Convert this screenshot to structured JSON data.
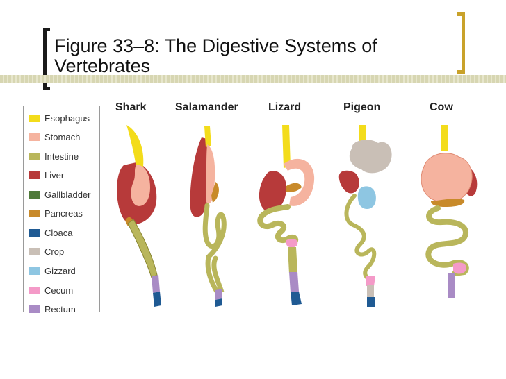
{
  "title": "Figure 33–8: The Digestive Systems of Vertebrates",
  "legend": [
    {
      "label": "Esophagus",
      "color": "#f3dc1b"
    },
    {
      "label": "Stomach",
      "color": "#f5b39f"
    },
    {
      "label": "Intestine",
      "color": "#b9b65b"
    },
    {
      "label": "Liver",
      "color": "#b73a3a"
    },
    {
      "label": "Gallbladder",
      "color": "#4f7a3a"
    },
    {
      "label": "Pancreas",
      "color": "#c88a2a"
    },
    {
      "label": "Cloaca",
      "color": "#1f5a93"
    },
    {
      "label": "Crop",
      "color": "#c9bfb6"
    },
    {
      "label": "Gizzard",
      "color": "#8ec6e2"
    },
    {
      "label": "Cecum",
      "color": "#f49ac8"
    },
    {
      "label": "Rectum",
      "color": "#a98bc5"
    }
  ],
  "animals": [
    "Shark",
    "Salamander",
    "Lizard",
    "Pigeon",
    "Cow"
  ]
}
